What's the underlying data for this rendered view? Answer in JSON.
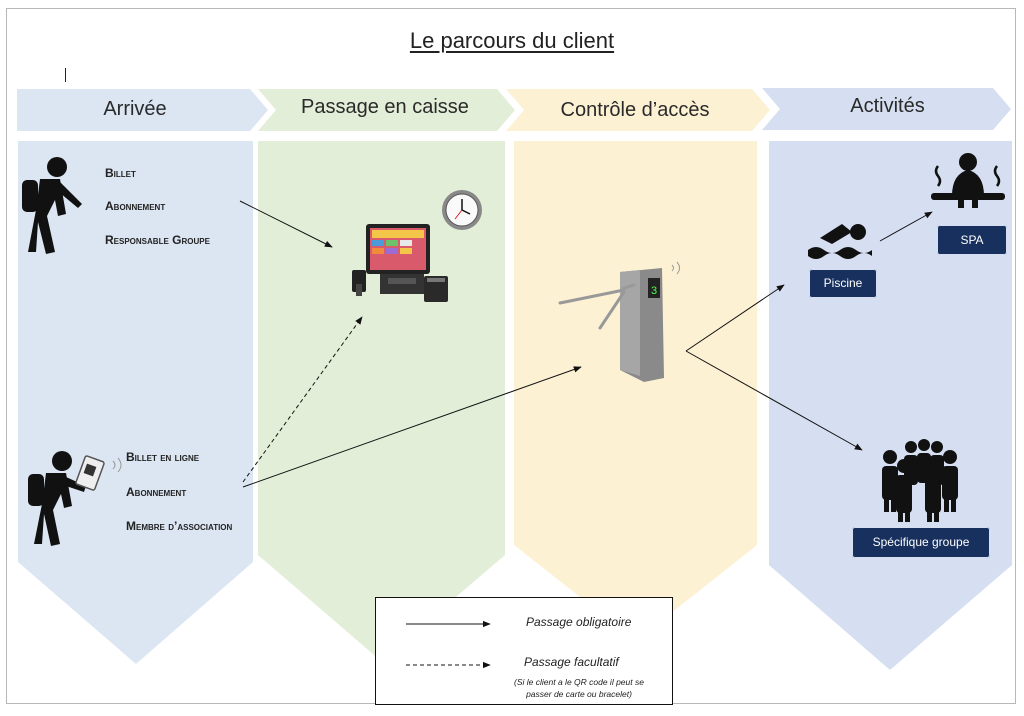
{
  "title": "Le parcours du client",
  "stages": [
    {
      "label": "Arrivée"
    },
    {
      "label": "Passage en caisse"
    },
    {
      "label": "Contrôle d’accès"
    },
    {
      "label": "Activités"
    }
  ],
  "arrival_top_items": [
    "Billet",
    "Abonnement",
    "Responsable Groupe"
  ],
  "arrival_bottom_items": [
    "Billet en ligne",
    "Abonnement",
    "Membre d’association"
  ],
  "activities": {
    "piscine": "Piscine",
    "spa": "SPA",
    "group": "Spécifique groupe"
  },
  "legend": {
    "mandatory": "Passage obligatoire",
    "optional": "Passage facultatif",
    "note_line1": "(Si le client a le QR code il peut se",
    "note_line2": "passer de carte ou bracelet)"
  },
  "colors": {
    "arrival_bg": "#dce6f3",
    "cashier_bg": "#e3eed8",
    "access_bg": "#fdf1d4",
    "activities_bg": "#d6dff1",
    "badge": "#17305e"
  }
}
